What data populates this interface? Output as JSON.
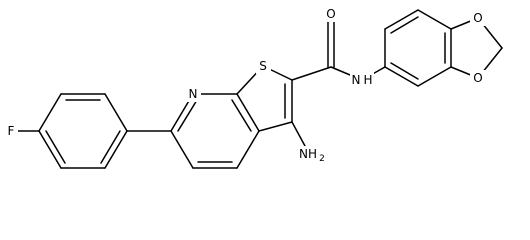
{
  "structure": {
    "atoms": {
      "F": "F",
      "N_ring": "N",
      "S": "S",
      "O_carbonyl": "O",
      "NH": "N",
      "H_amide": "H",
      "NH2": "NH",
      "NH2_sub": "2",
      "O_top": "O",
      "O_bottom": "O"
    },
    "colors": {
      "bond": "#000000",
      "background": "#ffffff"
    }
  }
}
